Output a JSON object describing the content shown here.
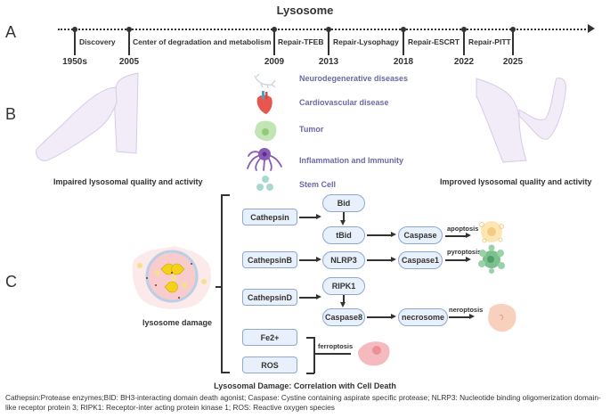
{
  "title": "Lysosome",
  "panels": {
    "a": "A",
    "b": "B",
    "c": "C"
  },
  "timeline": {
    "milestones": [
      {
        "year": "1950s",
        "event": "Discovery"
      },
      {
        "year": "2005",
        "event": "Center of degradation and metabolism"
      },
      {
        "year": "2009",
        "event": "Repair-TFEB"
      },
      {
        "year": "2013",
        "event": "Repair-Lysophagy"
      },
      {
        "year": "2018",
        "event": "Repair-ESCRT"
      },
      {
        "year": "2022",
        "event": "Repair-PITT"
      },
      {
        "year": "2025",
        "event": ""
      }
    ]
  },
  "panel_b": {
    "left_caption": "Impaired lysosomal quality and activity",
    "right_caption": "Improved lysosomal quality and activity",
    "diseases": [
      {
        "label": "Neurodegenerative diseases",
        "icon": "neuron-icon"
      },
      {
        "label": "Cardiovascular disease",
        "icon": "heart-icon"
      },
      {
        "label": "Tumor",
        "icon": "tumor-cell-icon"
      },
      {
        "label": "Inflammation and Immunity",
        "icon": "immune-cell-icon"
      },
      {
        "label": "Stem Cell",
        "icon": "stem-cell-icon"
      }
    ],
    "colors": {
      "disease_text": "#6a6aa8",
      "arm": "#e9e2f2"
    }
  },
  "panel_c": {
    "lysosome_label": "lysosome damage",
    "nodes": {
      "cathepsin": "Cathepsin",
      "cathepsinb": "CathepsinB",
      "cathepsind": "CathepsinD",
      "fe2": "Fe2+",
      "ros": "ROS",
      "bid": "Bid",
      "tbid": "tBid",
      "nlrp3": "NLRP3",
      "ripk1": "RIPK1",
      "caspase": "Caspase",
      "caspase1": "Caspase1",
      "caspase8": "Caspase8",
      "necrosome": "necrosome"
    },
    "death_types": {
      "apoptosis": "apoptosis",
      "pyroptosis": "pyroptosis",
      "necroptosis": "neroptosis",
      "ferroptosis": "ferroptosis"
    },
    "colors": {
      "node_fill": "#e8f0fb",
      "node_border": "#8fa8cf"
    }
  },
  "footer": {
    "title": "Lysosomal Damage: Correlation with Cell Death",
    "text": "Cathepsin:Protease enzymes;BID: BH3-interacting domain death agonist; Caspase: Cystine containing aspirate specific protease; NLRP3: Nucleotide binding oligomerization domain-like receptor protein 3; RIPK1: Receptor-inter acting protein kinase 1; ROS: Reactive oxygen species"
  }
}
